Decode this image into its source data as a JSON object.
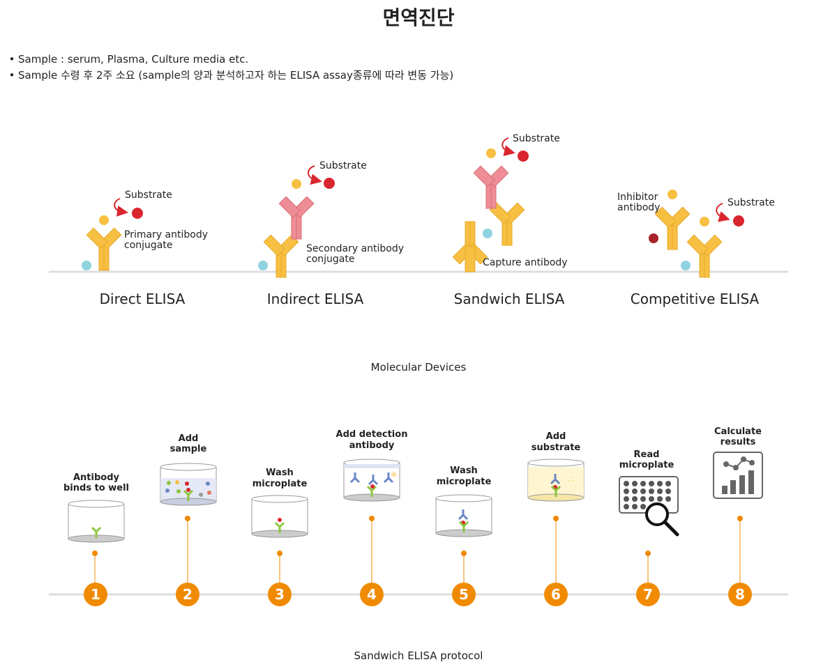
{
  "title": "면역진단",
  "bullets": [
    "Sample : serum, Plasma, Culture media etc.",
    "Sample 수령 후 2주 소요 (sample의 양과 분석하고자 하는 ELISA assay종류에 따라 변동 가능)"
  ],
  "elisa_types": {
    "direct": {
      "name": "Direct ELISA",
      "substrate": "Substrate",
      "label_lines": [
        "Primary antibody",
        "conjugate"
      ]
    },
    "indirect": {
      "name": "Indirect ELISA",
      "substrate": "Substrate",
      "label_lines": [
        "Secondary antibody",
        "conjugate"
      ]
    },
    "sandwich": {
      "name": "Sandwich ELISA",
      "substrate": "Substrate",
      "label": "Capture antibody"
    },
    "competitive": {
      "name": "Competitive ELISA",
      "substrate": "Substrate",
      "inhibitor_lines": [
        "Inhibitor",
        "antibody"
      ]
    }
  },
  "caption1": "Molecular Devices",
  "protocol_steps": [
    {
      "number": "1",
      "label_lines": [
        "Antibody",
        "binds to well"
      ]
    },
    {
      "number": "2",
      "label_lines": [
        "Add",
        "sample"
      ]
    },
    {
      "number": "3",
      "label_lines": [
        "Wash",
        "microplate"
      ]
    },
    {
      "number": "4",
      "label_lines": [
        "Add detection",
        "antibody"
      ]
    },
    {
      "number": "5",
      "label_lines": [
        "Wash",
        "microplate"
      ]
    },
    {
      "number": "6",
      "label_lines": [
        "Add",
        "substrate"
      ]
    },
    {
      "number": "7",
      "label_lines": [
        "Read",
        "microplate"
      ]
    },
    {
      "number": "8",
      "label_lines": [
        "Calculate",
        "results"
      ]
    }
  ],
  "caption2": "Sandwich ELISA protocol",
  "colors": {
    "antibody_yellow": "#f7c043",
    "antibody_yellow_edge": "#e8a92a",
    "antibody_pink": "#ee8d95",
    "antigen_cyan": "#8fd3e0",
    "substrate_red": "#d9262e",
    "step_orange": "#f08a00",
    "baseline_gray": "#dddddd",
    "well_green": "#8cc63f",
    "detection_blue": "#6b86c6"
  }
}
